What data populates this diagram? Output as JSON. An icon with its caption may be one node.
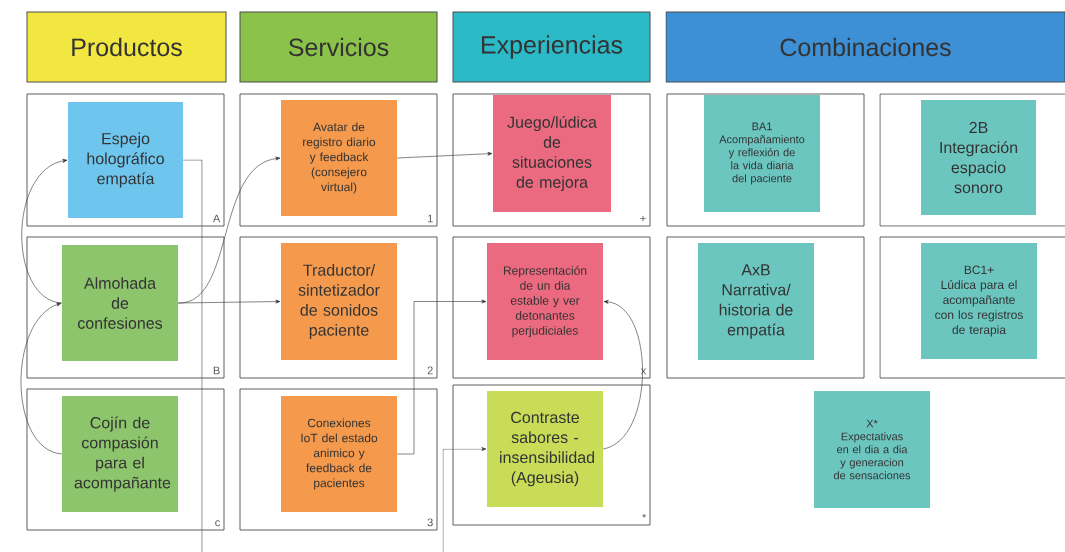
{
  "diagram": {
    "nodes": [
      {
        "text": [
          "Productos"
        ]
      },
      {
        "text": [
          "Servicios"
        ]
      },
      {
        "text": [
          "Experiencias"
        ]
      },
      {
        "text": [
          "Combinaciones"
        ]
      },
      {
        "text": [
          "A"
        ]
      },
      {
        "text": [
          "Espejo holográfico empatía"
        ],
        "in": 4
      },
      {
        "text": [
          "B"
        ]
      },
      {
        "text": [
          "Almohada de confesiones"
        ],
        "in": 6
      },
      {
        "text": [
          "c"
        ]
      },
      {
        "text": [
          "Cojín de compasión para el acompañante"
        ],
        "in": 8
      },
      {
        "text": [
          "1"
        ]
      },
      {
        "text": [
          "Avatar de registro diario y feedback (consejero virtual)"
        ],
        "in": 10
      },
      {
        "text": [
          "2"
        ]
      },
      {
        "text": [
          "Traductor/ sintetizador de sonidos paciente"
        ],
        "in": 12
      },
      {
        "text": [
          "3"
        ]
      },
      {
        "text": [
          "Conexiones IoT del estado animico y feedback de pacientes"
        ],
        "in": 14
      },
      {
        "text": [
          "+"
        ]
      },
      {
        "text": [
          "Juego/lúdica de situaciones de mejora"
        ],
        "in": 16
      },
      {
        "text": [
          "x"
        ]
      },
      {
        "text": [
          "Representación de un dia estable y ver detonantes perjudiciales"
        ],
        "in": 18
      },
      {
        "text": [
          "*"
        ]
      },
      {
        "text": [
          "Contraste sabores - insensibilidad (Ageusia)"
        ],
        "in": 20
      },
      {
        "text": [],
        "shape": "box"
      },
      {
        "text": [
          "BA1",
          "Acompañamiento y reflexión de la vida diaria del paciente"
        ],
        "in": 22
      },
      {
        "text": [],
        "shape": "box"
      },
      {
        "text": [
          "2B",
          "Integración espacio sonoro"
        ],
        "in": 24
      },
      {
        "text": [],
        "shape": "box"
      },
      {
        "text": [
          "AxB",
          "Narrativa/ historia de empatía"
        ],
        "in": 26
      },
      {
        "text": [],
        "shape": "box"
      },
      {
        "text": [
          "BC1+",
          "Lúdica para el acompañante con los registros de terapia"
        ],
        "in": 28
      },
      {
        "text": [
          "X*",
          "Expectativas en el dia a dia y generacion de sensaciones"
        ]
      }
    ],
    "edges": [
      {
        "from": 7,
        "to": 5,
        "arrow": "to"
      },
      {
        "from": 9,
        "to": 7,
        "arrow": "to"
      },
      {
        "from": 7,
        "to": 11,
        "arrow": "to"
      },
      {
        "from": 7,
        "to": 13,
        "arrow": "to"
      },
      {
        "from": 11,
        "to": 17,
        "arrow": "to"
      },
      {
        "from": 15,
        "to": 19,
        "arrow": "to"
      },
      {
        "from": 21,
        "to": 19,
        "arrow": "to"
      },
      {
        "from": 5,
        "to": null,
        "arrow": "none"
      },
      {
        "from": null,
        "to": 21,
        "arrow": "to"
      }
    ]
  }
}
